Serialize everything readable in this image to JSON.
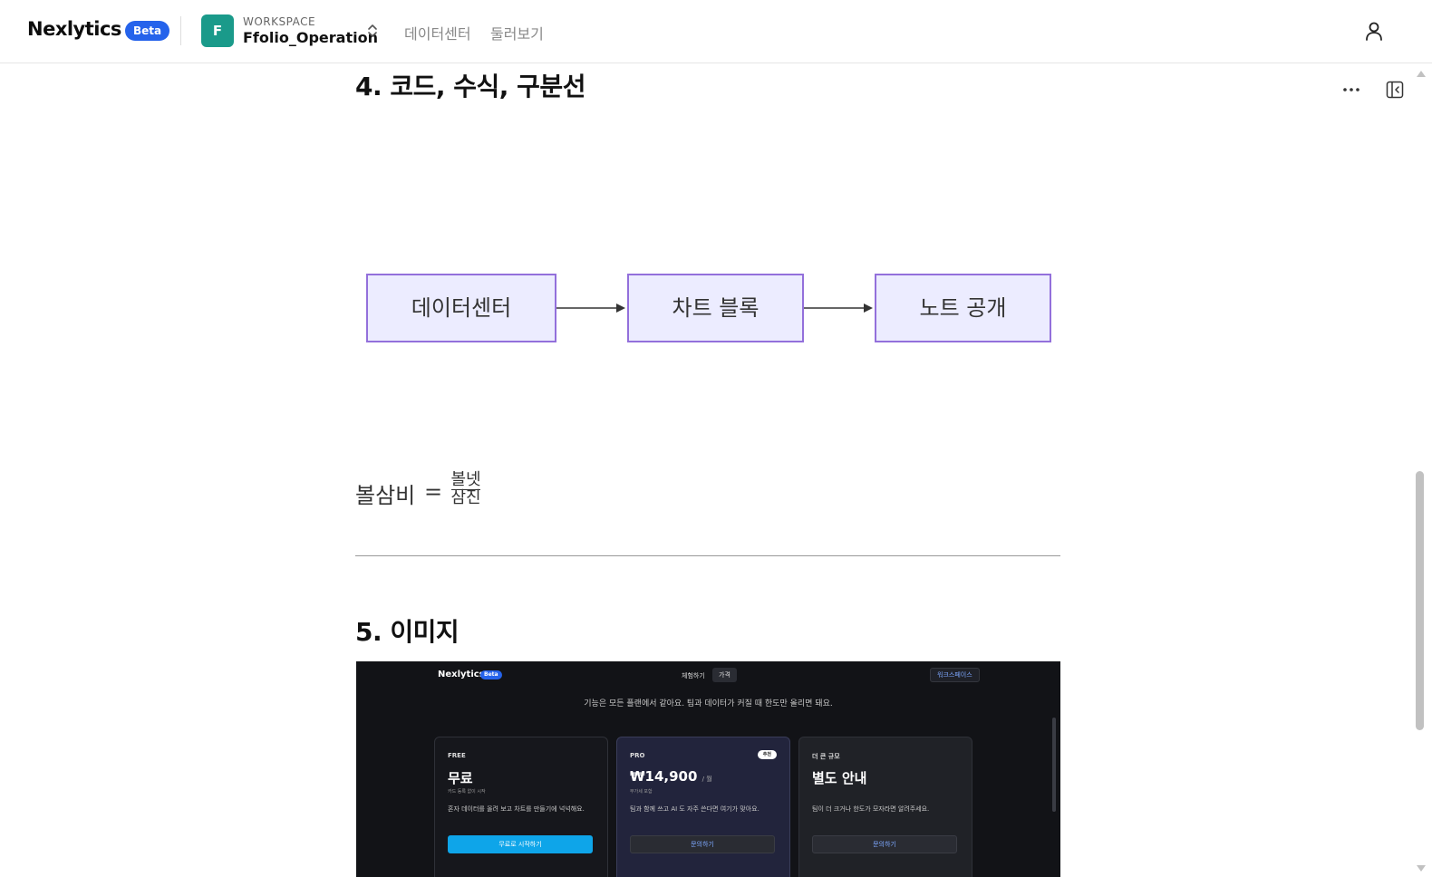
{
  "header": {
    "brand": "Nexlytics",
    "beta": "Beta",
    "workspace_label": "WORKSPACE",
    "workspace_name": "Ffolio_Operation",
    "workspace_initial": "F",
    "nav": [
      "데이터센터",
      "둘러보기"
    ]
  },
  "doc": {
    "section4_heading": "4. 코드, 수식, 구분선",
    "flow": [
      "데이터센터",
      "차트 블록",
      "노트 공개"
    ],
    "formula": {
      "lhs": "볼삼비",
      "eq": "=",
      "numerator": "볼넷",
      "denominator": "삼진"
    },
    "section5_heading": "5. 이미지"
  },
  "embedded_image": {
    "brand": "Nexlytics",
    "beta": "Beta",
    "nav": [
      "체험하기",
      "가격"
    ],
    "workspace_btn": "워크스페이스",
    "tagline": "기능은 모든 플랜에서 같아요. 팀과 데이터가 커질 때 한도만 올리면 돼요.",
    "cards": [
      {
        "label": "FREE",
        "title": "무료",
        "unit": "",
        "sub": "카드 등록 없이 시작",
        "desc": "혼자 데이터를 올려 보고 차트를 만들기에 넉넉해요.",
        "button": "무료로 시작하기",
        "badge": ""
      },
      {
        "label": "PRO",
        "title": "₩14,900",
        "unit": "/ 월",
        "sub": "부가세 포함",
        "desc": "팀과 함께 쓰고 AI 도 자주 쓴다면 여기가 맞아요.",
        "button": "문의하기",
        "badge": "추천"
      },
      {
        "label": "더 큰 규모",
        "title": "별도 안내",
        "unit": "",
        "sub": "",
        "desc": "팀이 더 크거나 한도가 모자라면 알려주세요.",
        "button": "문의하기",
        "badge": ""
      }
    ]
  },
  "colors": {
    "beta": "#2563eb",
    "workspace_avatar": "#1a9a8a",
    "flow_fill": "#ececff",
    "flow_stroke": "#9370db",
    "cta": "#0ea5e9"
  }
}
